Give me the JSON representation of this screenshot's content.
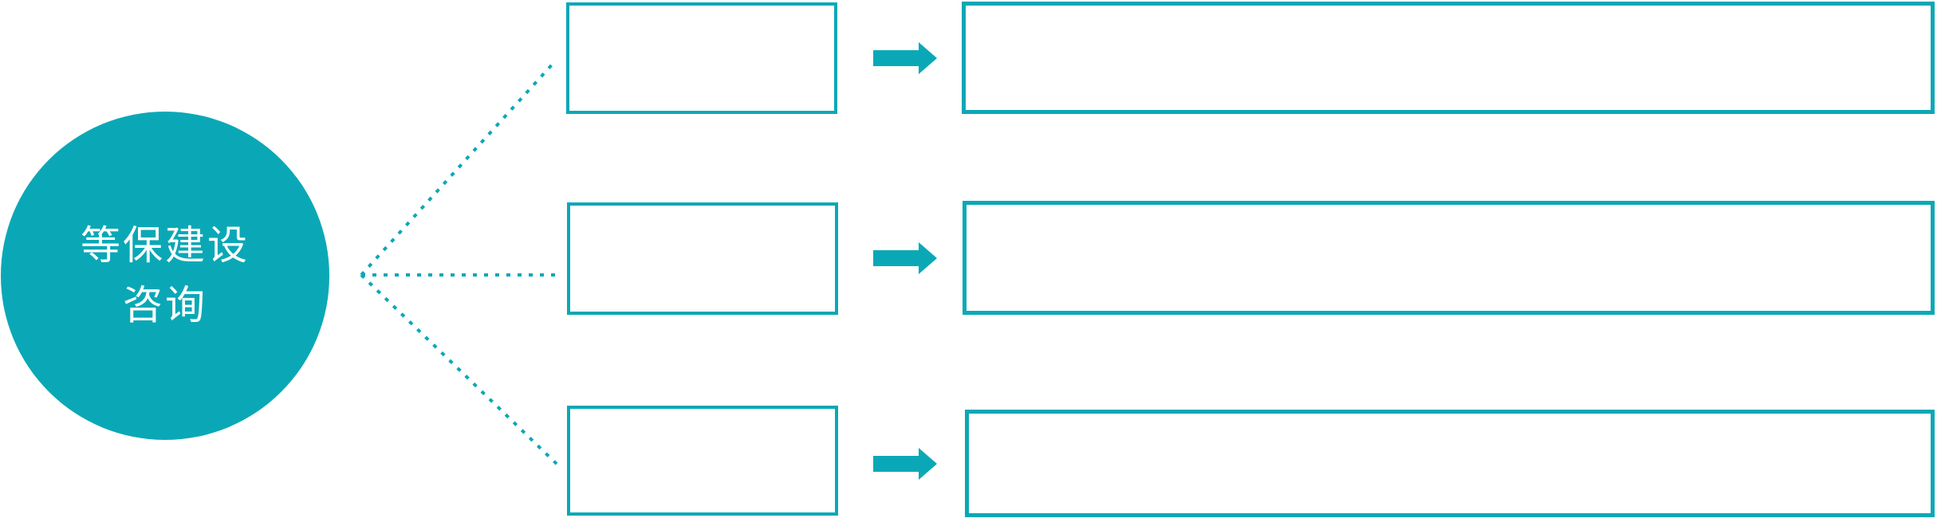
{
  "colors": {
    "teal": "#0aa8b6",
    "text_on_circle": "#ffffff",
    "background": "#ffffff"
  },
  "circle": {
    "label": "等保建设\n咨询"
  },
  "connectors": [
    {
      "name": "connector-top"
    },
    {
      "name": "connector-middle"
    },
    {
      "name": "connector-bottom"
    }
  ],
  "rows": [
    {
      "step_label": "",
      "arrow_icon": "right-arrow",
      "detail_label": ""
    },
    {
      "step_label": "",
      "arrow_icon": "right-arrow",
      "detail_label": ""
    },
    {
      "step_label": "",
      "arrow_icon": "right-arrow",
      "detail_label": ""
    }
  ]
}
